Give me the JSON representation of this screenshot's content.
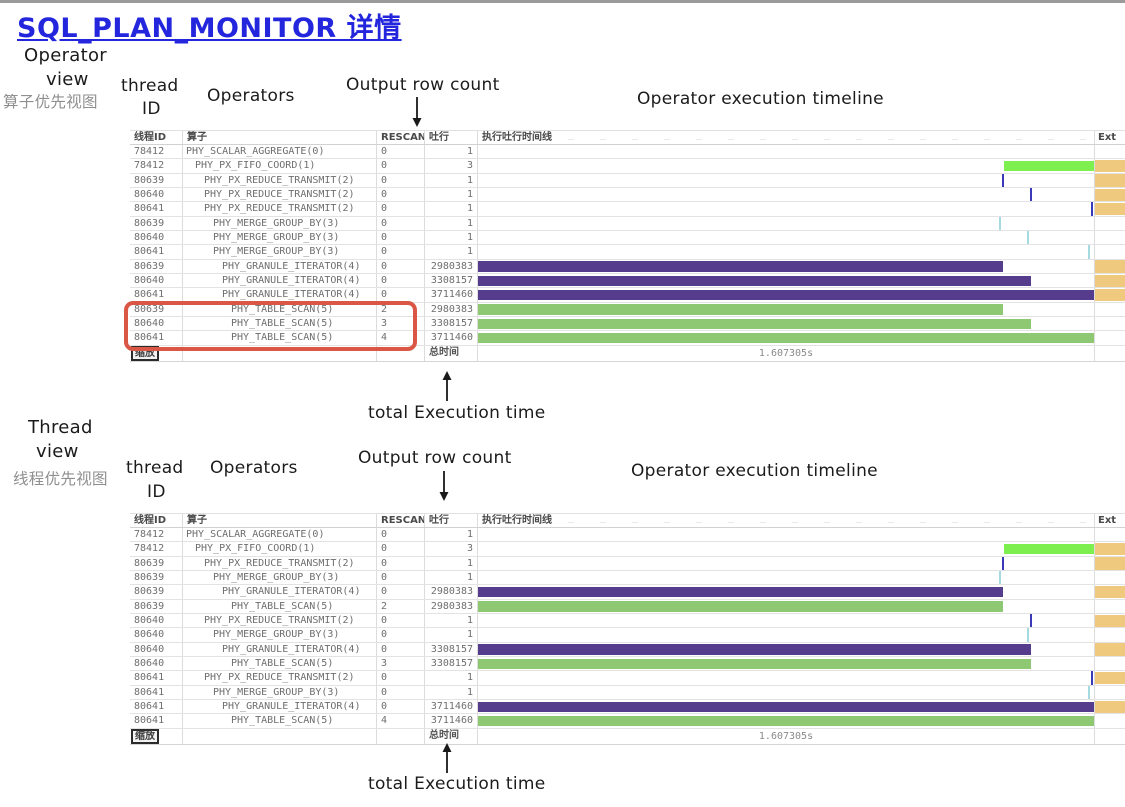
{
  "title": "SQL_PLAN_MONITOR 详情",
  "annotations": {
    "operator_view": {
      "line1": "Operator",
      "line2": "view",
      "zh": "算子优先视图"
    },
    "thread_view": {
      "line1": "Thread",
      "line2": "view",
      "zh": "线程优先视图"
    },
    "thread_id": {
      "line1": "thread",
      "line2": "ID"
    },
    "operators": "Operators",
    "output_row_count": "Output row count",
    "operator_execution_timeline": "Operator execution timeline",
    "total_execution_time": "total Execution time"
  },
  "table": {
    "headers": {
      "thread_id": "线程ID",
      "operator": "算子",
      "rescan": "RESCAN",
      "output_rows": "吐行",
      "timeline": "执行吐行时间线",
      "ext": "Ext"
    },
    "footer": {
      "zoom_button": "缩放",
      "total_label": "总时间",
      "total_time": "1.607305s"
    }
  },
  "colors": {
    "bar_purple": "#563c8c",
    "bar_green": "#8fc873",
    "bar_bright_green": "#7df050",
    "ext_fill": "#eec97e",
    "tick_navy": "#3a3ab8",
    "tick_cyan": "#a5dbe0",
    "highlight_red": "#d95744",
    "title_blue": "#2326dd"
  },
  "operator_view_rows": [
    {
      "thread": "78412",
      "operator": "PHY_SCALAR_AGGREGATE(0)",
      "depth": 0,
      "rescan": "0",
      "rows": "1",
      "bar": null,
      "ext": false
    },
    {
      "thread": "78412",
      "operator": "PHY_PX_FIFO_COORD(1)",
      "depth": 1,
      "rescan": "0",
      "rows": "3",
      "bar": {
        "type": "bar",
        "color": "bar_bright_green",
        "start": 85.4,
        "end": 100
      },
      "ext": true
    },
    {
      "thread": "80639",
      "operator": "PHY_PX_REDUCE_TRANSMIT(2)",
      "depth": 2,
      "rescan": "0",
      "rows": "1",
      "bar": {
        "type": "tick",
        "color": "tick_navy",
        "at": 85.3
      },
      "ext": true
    },
    {
      "thread": "80640",
      "operator": "PHY_PX_REDUCE_TRANSMIT(2)",
      "depth": 2,
      "rescan": "0",
      "rows": "1",
      "bar": {
        "type": "tick",
        "color": "tick_navy",
        "at": 89.8
      },
      "ext": true
    },
    {
      "thread": "80641",
      "operator": "PHY_PX_REDUCE_TRANSMIT(2)",
      "depth": 2,
      "rescan": "0",
      "rows": "1",
      "bar": {
        "type": "tick",
        "color": "tick_navy",
        "at": 99.6
      },
      "ext": true
    },
    {
      "thread": "80639",
      "operator": "PHY_MERGE_GROUP_BY(3)",
      "depth": 3,
      "rescan": "0",
      "rows": "1",
      "bar": {
        "type": "tick",
        "color": "tick_cyan",
        "at": 84.7
      },
      "ext": false
    },
    {
      "thread": "80640",
      "operator": "PHY_MERGE_GROUP_BY(3)",
      "depth": 3,
      "rescan": "0",
      "rows": "1",
      "bar": {
        "type": "tick",
        "color": "tick_cyan",
        "at": 89.3
      },
      "ext": false
    },
    {
      "thread": "80641",
      "operator": "PHY_MERGE_GROUP_BY(3)",
      "depth": 3,
      "rescan": "0",
      "rows": "1",
      "bar": {
        "type": "tick",
        "color": "tick_cyan",
        "at": 99.2
      },
      "ext": false
    },
    {
      "thread": "80639",
      "operator": "PHY_GRANULE_ITERATOR(4)",
      "depth": 4,
      "rescan": "0",
      "rows": "2980383",
      "bar": {
        "type": "bar",
        "color": "bar_purple",
        "start": 0,
        "end": 85.3
      },
      "ext": true
    },
    {
      "thread": "80640",
      "operator": "PHY_GRANULE_ITERATOR(4)",
      "depth": 4,
      "rescan": "0",
      "rows": "3308157",
      "bar": {
        "type": "bar",
        "color": "bar_purple",
        "start": 0,
        "end": 89.8
      },
      "ext": true
    },
    {
      "thread": "80641",
      "operator": "PHY_GRANULE_ITERATOR(4)",
      "depth": 4,
      "rescan": "0",
      "rows": "3711460",
      "bar": {
        "type": "bar",
        "color": "bar_purple",
        "start": 0,
        "end": 100
      },
      "ext": true
    },
    {
      "thread": "80639",
      "operator": "PHY_TABLE_SCAN(5)",
      "depth": 5,
      "rescan": "2",
      "rows": "2980383",
      "bar": {
        "type": "bar",
        "color": "bar_green",
        "start": 0,
        "end": 85.3
      },
      "ext": false
    },
    {
      "thread": "80640",
      "operator": "PHY_TABLE_SCAN(5)",
      "depth": 5,
      "rescan": "3",
      "rows": "3308157",
      "bar": {
        "type": "bar",
        "color": "bar_green",
        "start": 0,
        "end": 89.8
      },
      "ext": false
    },
    {
      "thread": "80641",
      "operator": "PHY_TABLE_SCAN(5)",
      "depth": 5,
      "rescan": "4",
      "rows": "3711460",
      "bar": {
        "type": "bar",
        "color": "bar_green",
        "start": 0,
        "end": 100
      },
      "ext": false
    }
  ],
  "thread_view_rows": [
    {
      "thread": "78412",
      "operator": "PHY_SCALAR_AGGREGATE(0)",
      "depth": 0,
      "rescan": "0",
      "rows": "1",
      "bar": null,
      "ext": false
    },
    {
      "thread": "78412",
      "operator": "PHY_PX_FIFO_COORD(1)",
      "depth": 1,
      "rescan": "0",
      "rows": "3",
      "bar": {
        "type": "bar",
        "color": "bar_bright_green",
        "start": 85.4,
        "end": 100
      },
      "ext": true
    },
    {
      "thread": "80639",
      "operator": "PHY_PX_REDUCE_TRANSMIT(2)",
      "depth": 2,
      "rescan": "0",
      "rows": "1",
      "bar": {
        "type": "tick",
        "color": "tick_navy",
        "at": 85.3
      },
      "ext": true
    },
    {
      "thread": "80639",
      "operator": "PHY_MERGE_GROUP_BY(3)",
      "depth": 3,
      "rescan": "0",
      "rows": "1",
      "bar": {
        "type": "tick",
        "color": "tick_cyan",
        "at": 84.7
      },
      "ext": false
    },
    {
      "thread": "80639",
      "operator": "PHY_GRANULE_ITERATOR(4)",
      "depth": 4,
      "rescan": "0",
      "rows": "2980383",
      "bar": {
        "type": "bar",
        "color": "bar_purple",
        "start": 0,
        "end": 85.3
      },
      "ext": true
    },
    {
      "thread": "80639",
      "operator": "PHY_TABLE_SCAN(5)",
      "depth": 5,
      "rescan": "2",
      "rows": "2980383",
      "bar": {
        "type": "bar",
        "color": "bar_green",
        "start": 0,
        "end": 85.3
      },
      "ext": false
    },
    {
      "thread": "80640",
      "operator": "PHY_PX_REDUCE_TRANSMIT(2)",
      "depth": 2,
      "rescan": "0",
      "rows": "1",
      "bar": {
        "type": "tick",
        "color": "tick_navy",
        "at": 89.8
      },
      "ext": true
    },
    {
      "thread": "80640",
      "operator": "PHY_MERGE_GROUP_BY(3)",
      "depth": 3,
      "rescan": "0",
      "rows": "1",
      "bar": {
        "type": "tick",
        "color": "tick_cyan",
        "at": 89.3
      },
      "ext": false
    },
    {
      "thread": "80640",
      "operator": "PHY_GRANULE_ITERATOR(4)",
      "depth": 4,
      "rescan": "0",
      "rows": "3308157",
      "bar": {
        "type": "bar",
        "color": "bar_purple",
        "start": 0,
        "end": 89.8
      },
      "ext": true
    },
    {
      "thread": "80640",
      "operator": "PHY_TABLE_SCAN(5)",
      "depth": 5,
      "rescan": "3",
      "rows": "3308157",
      "bar": {
        "type": "bar",
        "color": "bar_green",
        "start": 0,
        "end": 89.8
      },
      "ext": false
    },
    {
      "thread": "80641",
      "operator": "PHY_PX_REDUCE_TRANSMIT(2)",
      "depth": 2,
      "rescan": "0",
      "rows": "1",
      "bar": {
        "type": "tick",
        "color": "tick_navy",
        "at": 99.6
      },
      "ext": true
    },
    {
      "thread": "80641",
      "operator": "PHY_MERGE_GROUP_BY(3)",
      "depth": 3,
      "rescan": "0",
      "rows": "1",
      "bar": {
        "type": "tick",
        "color": "tick_cyan",
        "at": 99.2
      },
      "ext": false
    },
    {
      "thread": "80641",
      "operator": "PHY_GRANULE_ITERATOR(4)",
      "depth": 4,
      "rescan": "0",
      "rows": "3711460",
      "bar": {
        "type": "bar",
        "color": "bar_purple",
        "start": 0,
        "end": 100
      },
      "ext": true
    },
    {
      "thread": "80641",
      "operator": "PHY_TABLE_SCAN(5)",
      "depth": 5,
      "rescan": "4",
      "rows": "3711460",
      "bar": {
        "type": "bar",
        "color": "bar_green",
        "start": 0,
        "end": 100
      },
      "ext": false
    }
  ]
}
